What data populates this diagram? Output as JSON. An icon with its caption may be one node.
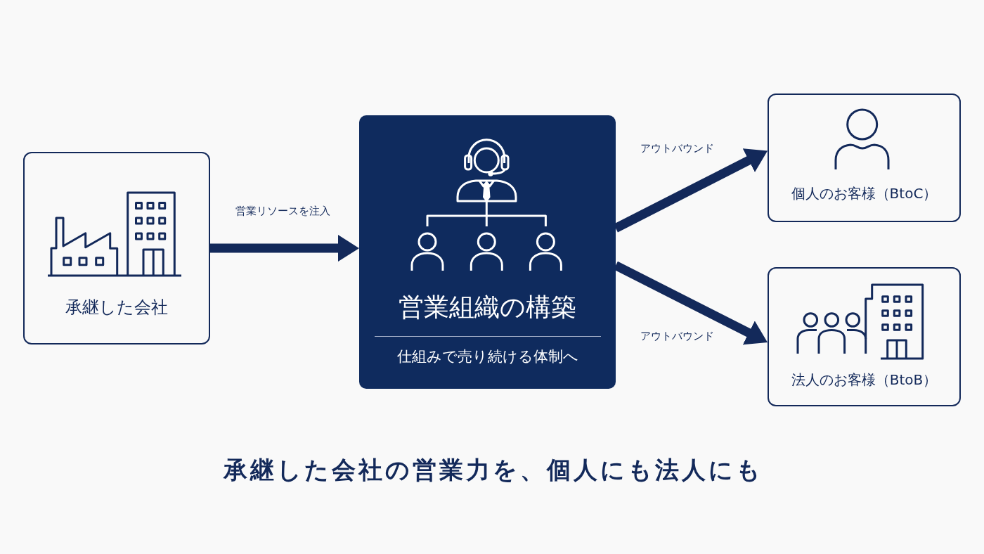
{
  "diagram": {
    "caption": "承継した会社の営業力を、個人にも法人にも",
    "nodes": [
      {
        "text": [
          "承継した会社"
        ]
      },
      {
        "text": [
          "営業組織の構築",
          "仕組みで売り続ける体制へ"
        ]
      },
      {
        "text": [
          "個人のお客様（BtoC）"
        ]
      },
      {
        "text": [
          "法人のお客様（BtoB）"
        ]
      }
    ],
    "edges": [
      {
        "from": 0,
        "to": 1,
        "arrow": "to",
        "label": "営業リソースを注入"
      },
      {
        "from": 1,
        "to": 2,
        "arrow": "to",
        "label": "アウトバウンド"
      },
      {
        "from": 1,
        "to": 3,
        "arrow": "to",
        "label": "アウトバウンド"
      }
    ]
  }
}
